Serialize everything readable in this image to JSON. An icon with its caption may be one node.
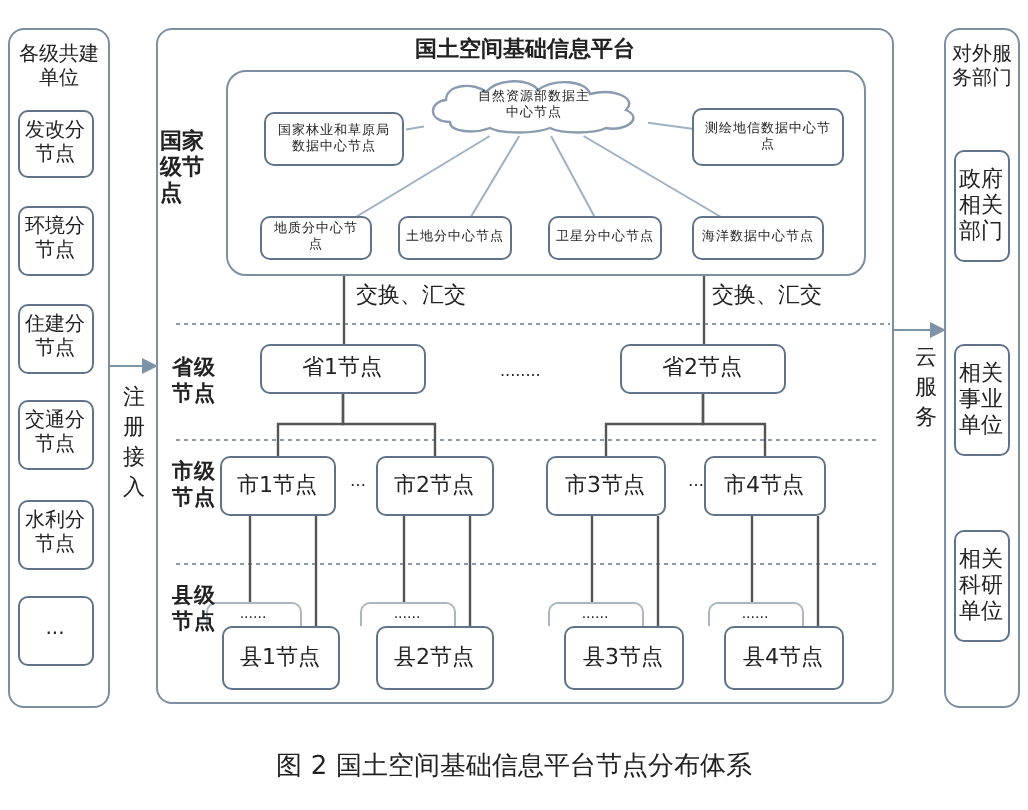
{
  "diagram": {
    "caption": "图 2 国土空间基础信息平台节点分布体系",
    "nodes": [
      {
        "text": [
          "各级共建单位"
        ]
      },
      {
        "text": [
          "发改分节点"
        ],
        "in": 0
      },
      {
        "text": [
          "环境分节点"
        ],
        "in": 0
      },
      {
        "text": [
          "住建分节点"
        ],
        "in": 0
      },
      {
        "text": [
          "交通分节点"
        ],
        "in": 0
      },
      {
        "text": [
          "水利分节点"
        ],
        "in": 0
      },
      {
        "text": [
          "..."
        ],
        "in": 0
      },
      {
        "text": [
          "国土空间基础信息平台"
        ]
      },
      {
        "text": [],
        "shape": "box",
        "in": 7
      },
      {
        "text": [
          "自然资源部数据主中心节点"
        ],
        "in": 8
      },
      {
        "text": [
          "国家林业和草原局数据中心节点"
        ],
        "in": 8
      },
      {
        "text": [
          "测绘地信数据中心节点"
        ],
        "in": 8
      },
      {
        "text": [
          "地质分中心节点"
        ],
        "in": 8
      },
      {
        "text": [
          "土地分中心节点"
        ],
        "in": 8
      },
      {
        "text": [
          "卫星分中心节点"
        ],
        "in": 8
      },
      {
        "text": [
          "海洋数据中心节点"
        ],
        "in": 8
      },
      {
        "text": [
          "省1节点"
        ],
        "in": 7
      },
      {
        "text": [
          "省2节点"
        ],
        "in": 7
      },
      {
        "text": [
          "市1节点"
        ],
        "in": 7
      },
      {
        "text": [
          "市2节点"
        ],
        "in": 7
      },
      {
        "text": [
          "市3节点"
        ],
        "in": 7
      },
      {
        "text": [
          "市4节点"
        ],
        "in": 7
      },
      {
        "text": [
          "......"
        ],
        "in": 7
      },
      {
        "text": [
          "......"
        ],
        "in": 7
      },
      {
        "text": [
          "......"
        ],
        "in": 7
      },
      {
        "text": [
          "......"
        ],
        "in": 7
      },
      {
        "text": [
          "县1节点"
        ],
        "in": 7
      },
      {
        "text": [
          "县2节点"
        ],
        "in": 7
      },
      {
        "text": [
          "县3节点"
        ],
        "in": 7
      },
      {
        "text": [
          "县4节点"
        ],
        "in": 7
      },
      {
        "text": [
          "对外服务部门"
        ]
      },
      {
        "text": [
          "政府相关部门"
        ],
        "in": 30
      },
      {
        "text": [
          "相关事业单位"
        ],
        "in": 30
      },
      {
        "text": [
          "相关科研单位"
        ],
        "in": 30
      }
    ],
    "edges": [
      {
        "from": 0,
        "to": 7,
        "arrow": "to",
        "label": "注册接入",
        "color": "#7f93a8"
      },
      {
        "from": 7,
        "to": 30,
        "arrow": "to",
        "label": "云服务",
        "color": "#7f93a8"
      },
      {
        "from": 9,
        "to": 10,
        "arrow": "none",
        "color": "#9fb0c2"
      },
      {
        "from": 9,
        "to": 11,
        "arrow": "none",
        "color": "#9fb0c2"
      },
      {
        "from": 9,
        "to": 12,
        "arrow": "none",
        "color": "#9fb0c2"
      },
      {
        "from": 9,
        "to": 13,
        "arrow": "none",
        "color": "#9fb0c2"
      },
      {
        "from": 9,
        "to": 14,
        "arrow": "none",
        "color": "#9fb0c2"
      },
      {
        "from": 9,
        "to": 15,
        "arrow": "none",
        "color": "#9fb0c2"
      },
      {
        "from": 8,
        "to": 16,
        "arrow": "none",
        "label": "交换、汇交"
      },
      {
        "from": 8,
        "to": 17,
        "arrow": "none",
        "label": "交换、汇交"
      },
      {
        "from": 16,
        "to": 18,
        "arrow": "none"
      },
      {
        "from": 16,
        "to": 19,
        "arrow": "none"
      },
      {
        "from": 17,
        "to": 20,
        "arrow": "none"
      },
      {
        "from": 17,
        "to": 21,
        "arrow": "none"
      },
      {
        "from": 18,
        "to": 26,
        "arrow": "none"
      },
      {
        "from": 18,
        "to": 22,
        "arrow": "none"
      },
      {
        "from": 19,
        "to": 27,
        "arrow": "none"
      },
      {
        "from": 19,
        "to": 23,
        "arrow": "none"
      },
      {
        "from": 20,
        "to": 28,
        "arrow": "none"
      },
      {
        "from": 20,
        "to": 24,
        "arrow": "none"
      },
      {
        "from": 21,
        "to": 29,
        "arrow": "none"
      },
      {
        "from": 21,
        "to": 25,
        "arrow": "none"
      }
    ],
    "labels": [
      "国家级节点",
      "省级节点",
      "........",
      "市级节点",
      "…",
      "…",
      "县级节点"
    ]
  }
}
